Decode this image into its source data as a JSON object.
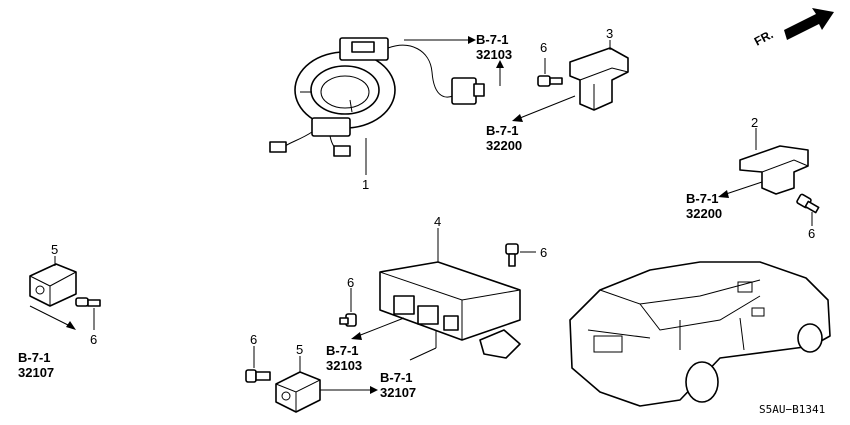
{
  "diagram": {
    "orientation_label": "FR.",
    "diagram_code": "S5AU−B1341",
    "part_numbers": {
      "clockspring": "1",
      "sensor_right": "2",
      "sensor_left": "3",
      "srs_unit": "4",
      "side_sensor_left": "5",
      "side_sensor_bottom": "5",
      "bolt_a": "6",
      "bolt_b": "6",
      "bolt_c": "6",
      "bolt_d": "6",
      "bolt_e": "6",
      "bolt_f": "6"
    },
    "references": {
      "ref_a_page": "B-7-1",
      "ref_a_code": "32103",
      "ref_b_page": "B-7-1",
      "ref_b_code": "32200",
      "ref_c_page": "B-7-1",
      "ref_c_code": "32200",
      "ref_d_page": "B-7-1",
      "ref_d_code": "32107",
      "ref_e_page": "B-7-1",
      "ref_e_code": "32103",
      "ref_f_page": "B-7-1",
      "ref_f_code": "32107"
    }
  }
}
